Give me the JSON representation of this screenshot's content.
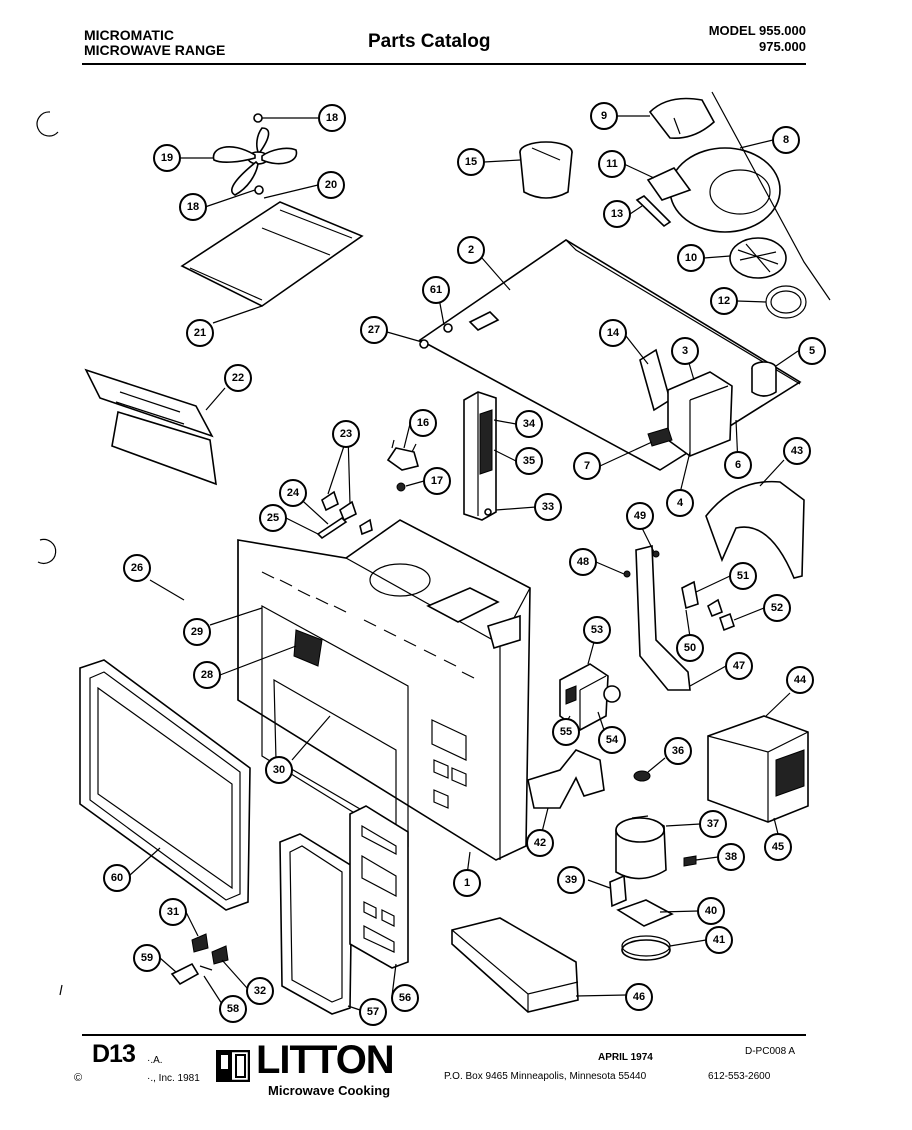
{
  "header": {
    "product_line1": "MICROMATIC",
    "product_line2": "MICROWAVE RANGE",
    "title": "Parts Catalog",
    "model_line1": "MODEL 955.000",
    "model_line2": "975.000"
  },
  "footer": {
    "page_code": "D13",
    "copyright_symbol": "©",
    "fragment_1": "·.A.",
    "fragment_2": "·., Inc. 1981",
    "brand": "LITTON",
    "tagline": "Microwave Cooking",
    "date": "APRIL 1974",
    "doc_code": "D-PC008 A",
    "address": "P.O. Box 9465   Minneapolis, Minnesota 55440",
    "phone": "612-553-2600"
  },
  "callouts": [
    {
      "id": "c18a",
      "label": "18"
    },
    {
      "id": "c19",
      "label": "19"
    },
    {
      "id": "c18b",
      "label": "18"
    },
    {
      "id": "c20",
      "label": "20"
    },
    {
      "id": "c21",
      "label": "21"
    },
    {
      "id": "c15",
      "label": "15"
    },
    {
      "id": "c9",
      "label": "9"
    },
    {
      "id": "c8",
      "label": "8"
    },
    {
      "id": "c11",
      "label": "11"
    },
    {
      "id": "c13",
      "label": "13"
    },
    {
      "id": "c10",
      "label": "10"
    },
    {
      "id": "c12",
      "label": "12"
    },
    {
      "id": "c2",
      "label": "2"
    },
    {
      "id": "c61",
      "label": "61"
    },
    {
      "id": "c27",
      "label": "27"
    },
    {
      "id": "c14",
      "label": "14"
    },
    {
      "id": "c3",
      "label": "3"
    },
    {
      "id": "c5",
      "label": "5"
    },
    {
      "id": "c22",
      "label": "22"
    },
    {
      "id": "c16",
      "label": "16"
    },
    {
      "id": "c23",
      "label": "23"
    },
    {
      "id": "c34",
      "label": "34"
    },
    {
      "id": "c35",
      "label": "35"
    },
    {
      "id": "c17",
      "label": "17"
    },
    {
      "id": "c7",
      "label": "7"
    },
    {
      "id": "c6",
      "label": "6"
    },
    {
      "id": "c4",
      "label": "4"
    },
    {
      "id": "c43",
      "label": "43"
    },
    {
      "id": "c24",
      "label": "24"
    },
    {
      "id": "c33",
      "label": "33"
    },
    {
      "id": "c25",
      "label": "25"
    },
    {
      "id": "c49",
      "label": "49"
    },
    {
      "id": "c26",
      "label": "26"
    },
    {
      "id": "c48",
      "label": "48"
    },
    {
      "id": "c51",
      "label": "51"
    },
    {
      "id": "c29",
      "label": "29"
    },
    {
      "id": "c52",
      "label": "52"
    },
    {
      "id": "c50",
      "label": "50"
    },
    {
      "id": "c53",
      "label": "53"
    },
    {
      "id": "c28",
      "label": "28"
    },
    {
      "id": "c47",
      "label": "47"
    },
    {
      "id": "c44",
      "label": "44"
    },
    {
      "id": "c55",
      "label": "55"
    },
    {
      "id": "c54",
      "label": "54"
    },
    {
      "id": "c30",
      "label": "30"
    },
    {
      "id": "c36",
      "label": "36"
    },
    {
      "id": "c37",
      "label": "37"
    },
    {
      "id": "c42",
      "label": "42"
    },
    {
      "id": "c45",
      "label": "45"
    },
    {
      "id": "c60",
      "label": "60"
    },
    {
      "id": "c1",
      "label": "1"
    },
    {
      "id": "c38",
      "label": "38"
    },
    {
      "id": "c39",
      "label": "39"
    },
    {
      "id": "c31",
      "label": "31"
    },
    {
      "id": "c40",
      "label": "40"
    },
    {
      "id": "c41",
      "label": "41"
    },
    {
      "id": "c59",
      "label": "59"
    },
    {
      "id": "c32",
      "label": "32"
    },
    {
      "id": "c58",
      "label": "58"
    },
    {
      "id": "c57",
      "label": "57"
    },
    {
      "id": "c56",
      "label": "56"
    },
    {
      "id": "c46",
      "label": "46"
    }
  ]
}
